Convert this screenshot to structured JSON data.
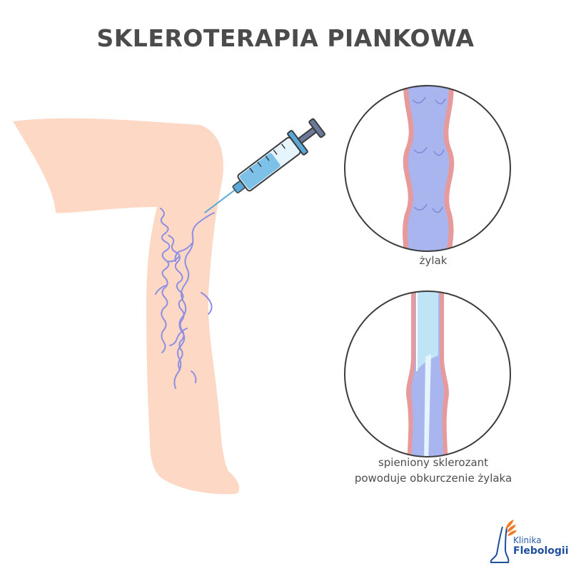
{
  "title": "SKLEROTERAPIA PIANKOWA",
  "captions": {
    "top": "żylak",
    "bottom_line1": "spieniony sklerozant",
    "bottom_line2": "powoduje obkurczenie żylaka"
  },
  "logo": {
    "line1": "Klinika",
    "line2": "Flebologii"
  },
  "colors": {
    "skin": "#fcd8c5",
    "vein": "#8e8fe3",
    "vein_fill": "#a9b5ef",
    "vein_wall": "#e79a9c",
    "foam": "#bfe4f6",
    "syringe": "#7dc1e9",
    "title": "#4b4b4b",
    "logo_blue": "#1e4f9e",
    "logo_orange": "#f07b2a"
  }
}
